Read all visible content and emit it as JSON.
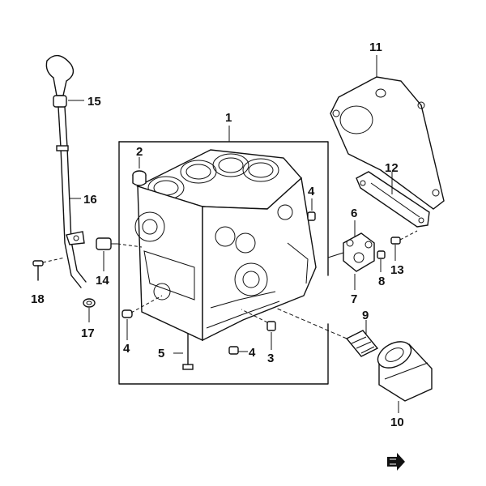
{
  "diagram": {
    "callouts": [
      "1",
      "2",
      "3",
      "4",
      "4",
      "4",
      "5",
      "6",
      "7",
      "8",
      "9",
      "10",
      "11",
      "12",
      "13",
      "14",
      "15",
      "16",
      "17",
      "18"
    ]
  },
  "colors": {
    "ink": "#111111",
    "watermark": "#e98a55",
    "watermark_dark": "#9aa0a6"
  },
  "icons": {
    "direction_arrow": "arrow-icon"
  }
}
